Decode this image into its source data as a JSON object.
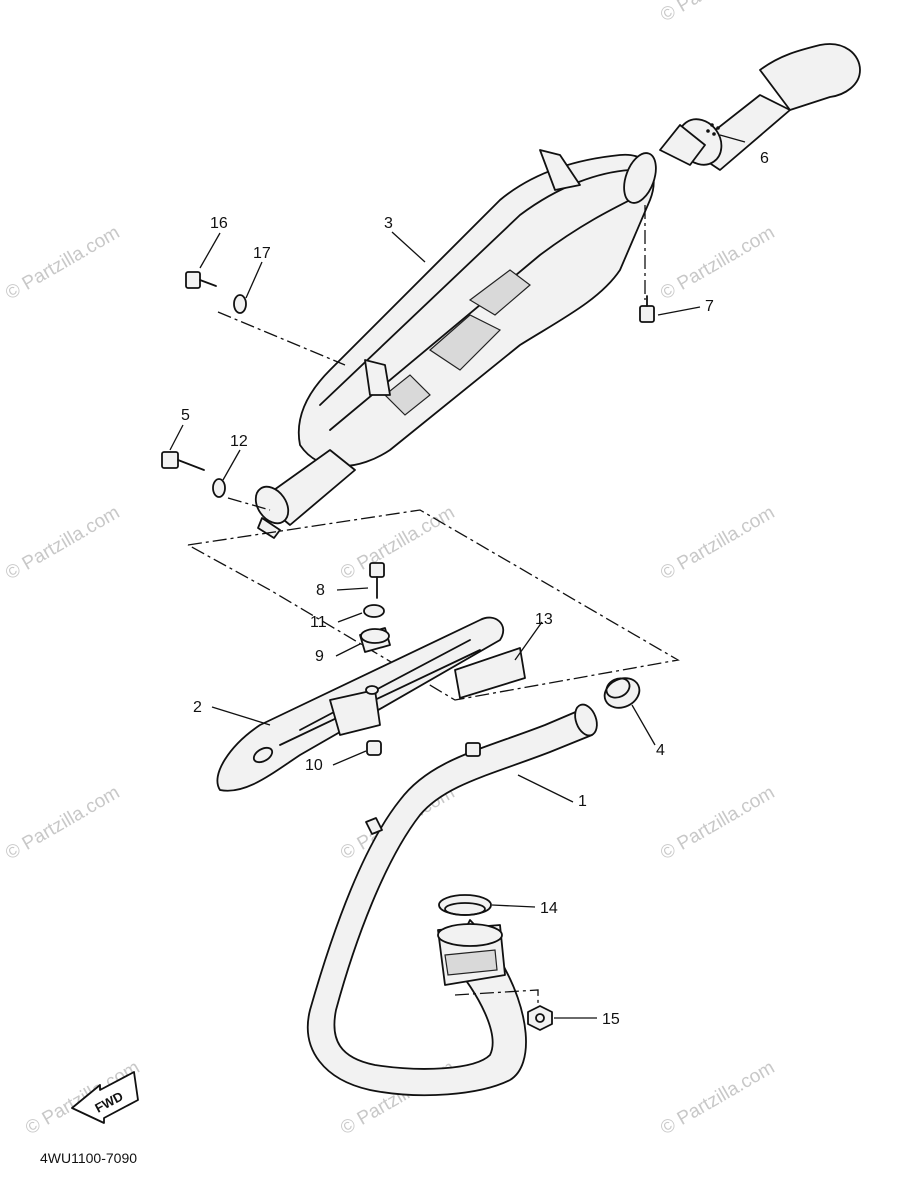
{
  "watermark": "© Partzilla.com",
  "diagram_code": "4WU1100-7090",
  "fwd_label": "FWD",
  "callouts": {
    "c1": "1",
    "c2": "2",
    "c3": "3",
    "c4": "4",
    "c5": "5",
    "c6": "6",
    "c7": "7",
    "c8": "8",
    "c9": "9",
    "c10": "10",
    "c11": "11",
    "c12": "12",
    "c13": "13",
    "c14": "14",
    "c15": "15",
    "c16": "16",
    "c17": "17"
  }
}
